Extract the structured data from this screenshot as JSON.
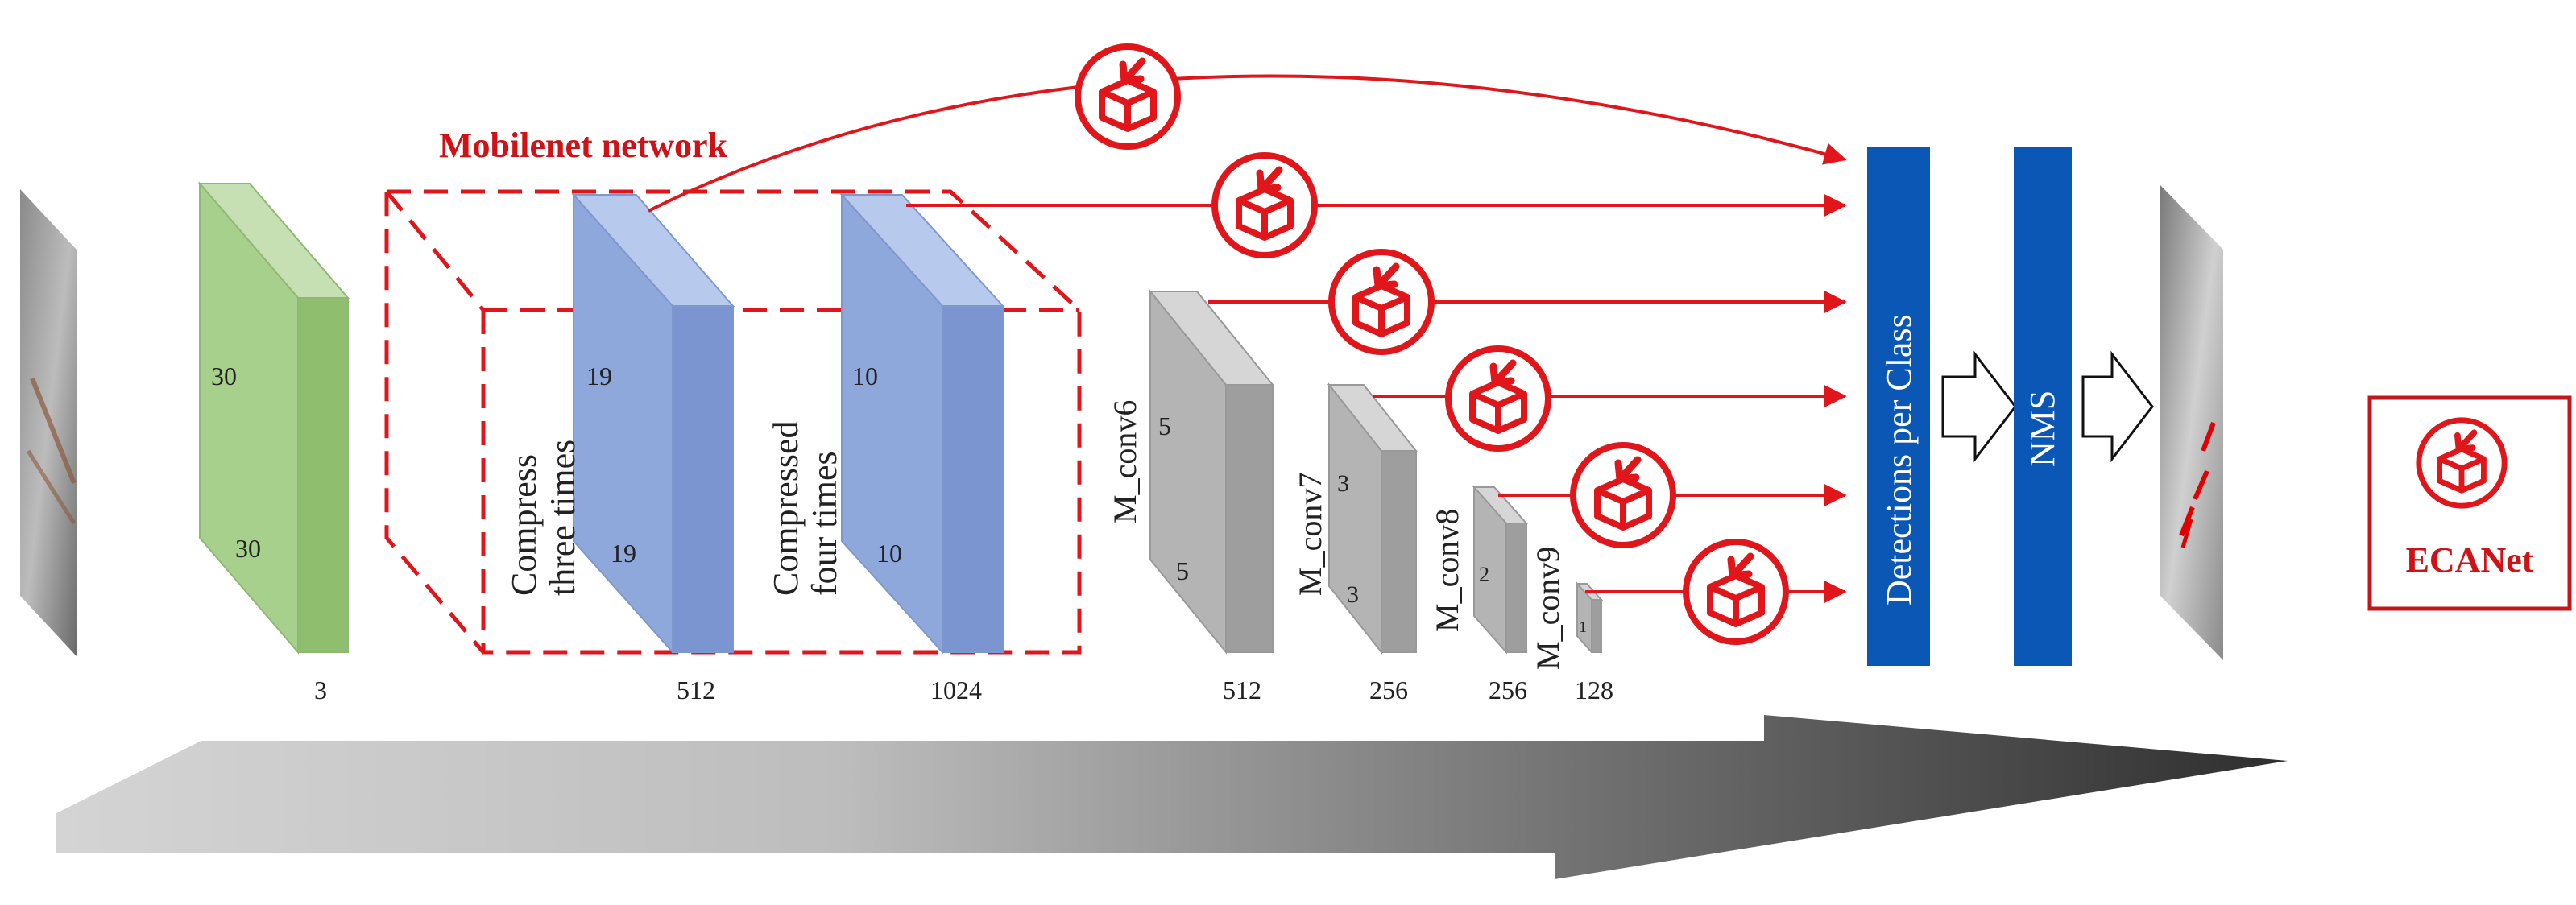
{
  "group_label": "Mobilenet network",
  "input_block": {
    "height_label": "30",
    "width_label": "30",
    "channels_label": "3"
  },
  "stage1": {
    "caption": [
      "Compress",
      "three times"
    ],
    "height_label": "19",
    "width_label": "19",
    "channels_label": "512"
  },
  "stage2": {
    "caption": [
      "Compressed",
      "four times"
    ],
    "height_label": "10",
    "width_label": "10",
    "channels_label": "1024"
  },
  "conv_layers": [
    {
      "name": "M_conv6",
      "height_label": "5",
      "width_label": "5",
      "channels_label": "512"
    },
    {
      "name": "M_conv7",
      "height_label": "3",
      "width_label": "3",
      "channels_label": "256"
    },
    {
      "name": "M_conv8",
      "height_label": "2",
      "width_label": "",
      "channels_label": "256"
    },
    {
      "name": "M_conv9",
      "height_label": "1",
      "width_label": "",
      "channels_label": "128"
    }
  ],
  "detections_label": "Detections per Class",
  "nms_label": "NMS",
  "legend_label": "ECANet",
  "colors": {
    "accent_red": "#e0161b",
    "green_block": "#a7d08c",
    "blue_block": "#8fa8dc",
    "gray_block": "#b4b4b4",
    "bar_blue": "#0b57b5"
  },
  "icons": [
    "ecanet-icon"
  ]
}
